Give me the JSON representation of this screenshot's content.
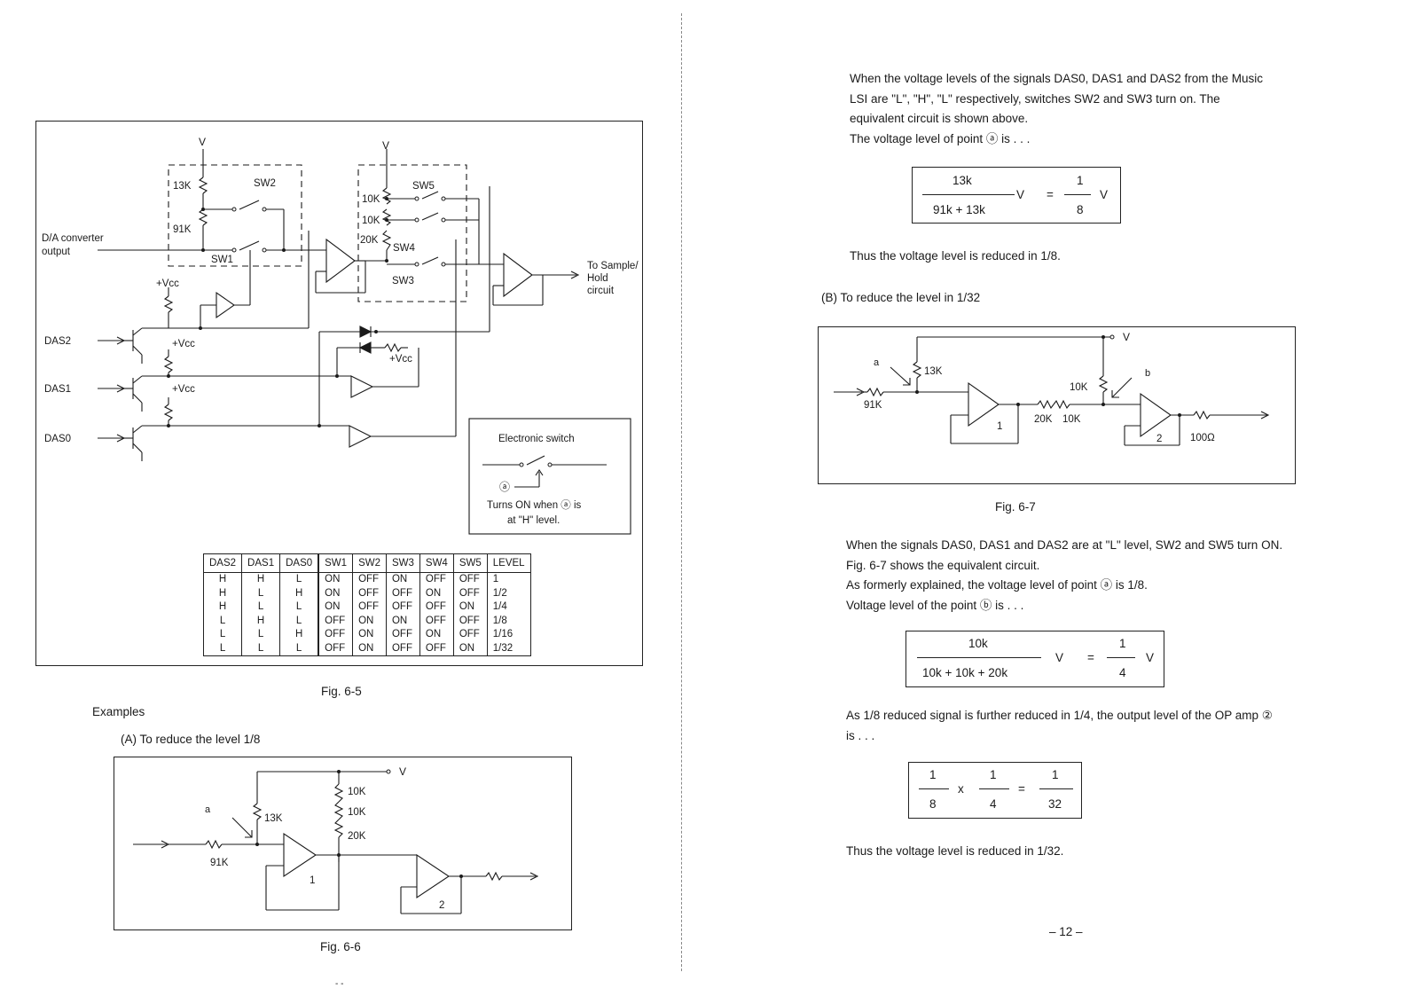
{
  "left_page": {
    "fig65": {
      "labels": {
        "v1": "V",
        "v2": "V",
        "r13k": "13K",
        "r91k": "91K",
        "sw2": "SW2",
        "sw1": "SW1",
        "da_line1": "D/A converter",
        "da_line2": "output",
        "sw5": "SW5",
        "r10k_a": "10K",
        "r10k_b": "10K",
        "r20k": "20K",
        "sw4": "SW4",
        "sw3": "SW3",
        "sh1": "To Sample/",
        "sh2": "Hold",
        "sh3": "circuit",
        "vcc1": "+Vcc",
        "vcc2": "+Vcc",
        "vcc3": "+Vcc",
        "vcc4": "+Vcc",
        "das2": "DAS2",
        "das1": "DAS1",
        "das0": "DAS0"
      },
      "legend": {
        "title": "Electronic switch",
        "marker": "ⓐ",
        "line1": "Turns ON when ⓐ is",
        "line2": "at \"H\" level."
      },
      "table": {
        "headers": [
          "DAS2",
          "DAS1",
          "DAS0",
          "SW1",
          "SW2",
          "SW3",
          "SW4",
          "SW5",
          "LEVEL"
        ],
        "rows": [
          [
            "H",
            "H",
            "L",
            "ON",
            "OFF",
            "ON",
            "OFF",
            "OFF",
            "1"
          ],
          [
            "H",
            "L",
            "H",
            "ON",
            "OFF",
            "OFF",
            "ON",
            "OFF",
            "1/2"
          ],
          [
            "H",
            "L",
            "L",
            "ON",
            "OFF",
            "OFF",
            "OFF",
            "ON",
            "1/4"
          ],
          [
            "L",
            "H",
            "L",
            "OFF",
            "ON",
            "ON",
            "OFF",
            "OFF",
            "1/8"
          ],
          [
            "L",
            "L",
            "H",
            "OFF",
            "ON",
            "OFF",
            "ON",
            "OFF",
            "1/16"
          ],
          [
            "L",
            "L",
            "L",
            "OFF",
            "ON",
            "OFF",
            "OFF",
            "ON",
            "1/32"
          ]
        ]
      },
      "caption": "Fig. 6-5"
    },
    "examples_heading": "Examples",
    "example_a": "(A)  To reduce the level  1/8",
    "fig66": {
      "labels": {
        "v": "V",
        "a": "a",
        "r13k": "13K",
        "r91k": "91K",
        "r10k_a": "10K",
        "r10k_b": "10K",
        "r20k": "20K",
        "op1": "1",
        "op2": "2"
      },
      "caption": "Fig. 6-6"
    },
    "footer_mark": "- -"
  },
  "right_page": {
    "intro_lines": [
      "When the voltage levels of the signals DAS0, DAS1 and DAS2 from the Music",
      "LSI are \"L\", \"H\", \"L\" respectively, switches SW2 and SW3 turn on.  The",
      "equivalent circuit is shown above.",
      "The voltage level of point ⓐ  is . . ."
    ],
    "eq1": {
      "num": "13k",
      "den": "91k + 13k",
      "v1": "V",
      "eq": "=",
      "rnum": "1",
      "rden": "8",
      "v2": "V"
    },
    "result1": "Thus the voltage level is reduced in 1/8.",
    "section_b": "(B)   To reduce the level in 1/32",
    "fig67": {
      "labels": {
        "v": "V",
        "a": "a",
        "b": "b",
        "r13k": "13K",
        "r91k": "91K",
        "r10k": "10K",
        "r20k": "20K",
        "r10k2": "10K",
        "r100": "100Ω",
        "op1": "1",
        "op2": "2"
      },
      "caption": "Fig. 6-7"
    },
    "para2_lines": [
      "When the signals DAS0, DAS1 and DAS2 are at \"L\" level, SW2 and SW5 turn ON.",
      "Fig. 6-7 shows the equivalent circuit.",
      "As formerly explained, the voltage level of point ⓐ is 1/8.",
      "Voltage level of the point ⓑ  is . . ."
    ],
    "eq2": {
      "num": "10k",
      "den": "10k  +  10k  +  20k",
      "v1": "V",
      "eq": "=",
      "rnum": "1",
      "rden": "4",
      "v2": "V"
    },
    "para3_lines": [
      "As 1/8 reduced signal is further reduced in 1/4, the output level of the OP amp ②",
      "is . . ."
    ],
    "eq3": {
      "a_num": "1",
      "a_den": "8",
      "times": "x",
      "b_num": "1",
      "b_den": "4",
      "eq": "=",
      "c_num": "1",
      "c_den": "32"
    },
    "result2": "Thus the voltage level is reduced in 1/32.",
    "page_number": "– 12 –"
  }
}
